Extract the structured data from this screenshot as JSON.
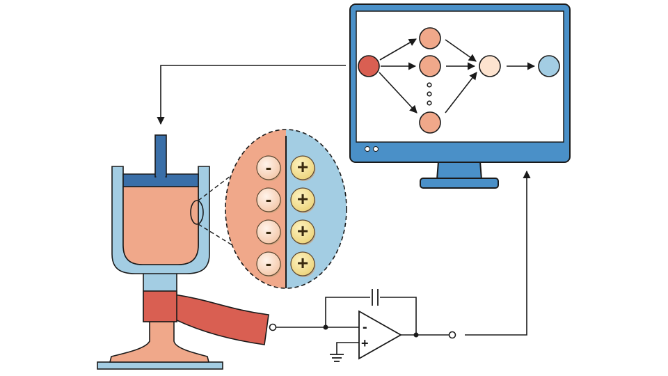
{
  "colors": {
    "blue_dark": "#3a6fa8",
    "blue_light": "#a3cde3",
    "salmon": "#f0a88a",
    "red": "#d95f52",
    "gold": "#f4dd8a",
    "monitor_blue": "#4a90c8",
    "stroke": "#1a1a1a"
  },
  "charges": {
    "negative_symbol": "-",
    "positive_symbol": "+",
    "negative_count": 4,
    "positive_count": 4
  },
  "amplifier": {
    "minus_symbol": "-",
    "plus_symbol": "+"
  },
  "network": {
    "input_node": "input-node",
    "hidden_nodes": [
      "hidden-node-1",
      "hidden-node-2",
      "hidden-node-n"
    ],
    "ellipsis_dots": 3,
    "combine_node": "combine-node",
    "output_node": "output-node"
  },
  "icons": [
    "beaker-cup-icon",
    "electrode-wire-icon",
    "charge-double-layer-icon",
    "op-amp-icon",
    "capacitor-icon",
    "ground-icon",
    "monitor-icon"
  ]
}
